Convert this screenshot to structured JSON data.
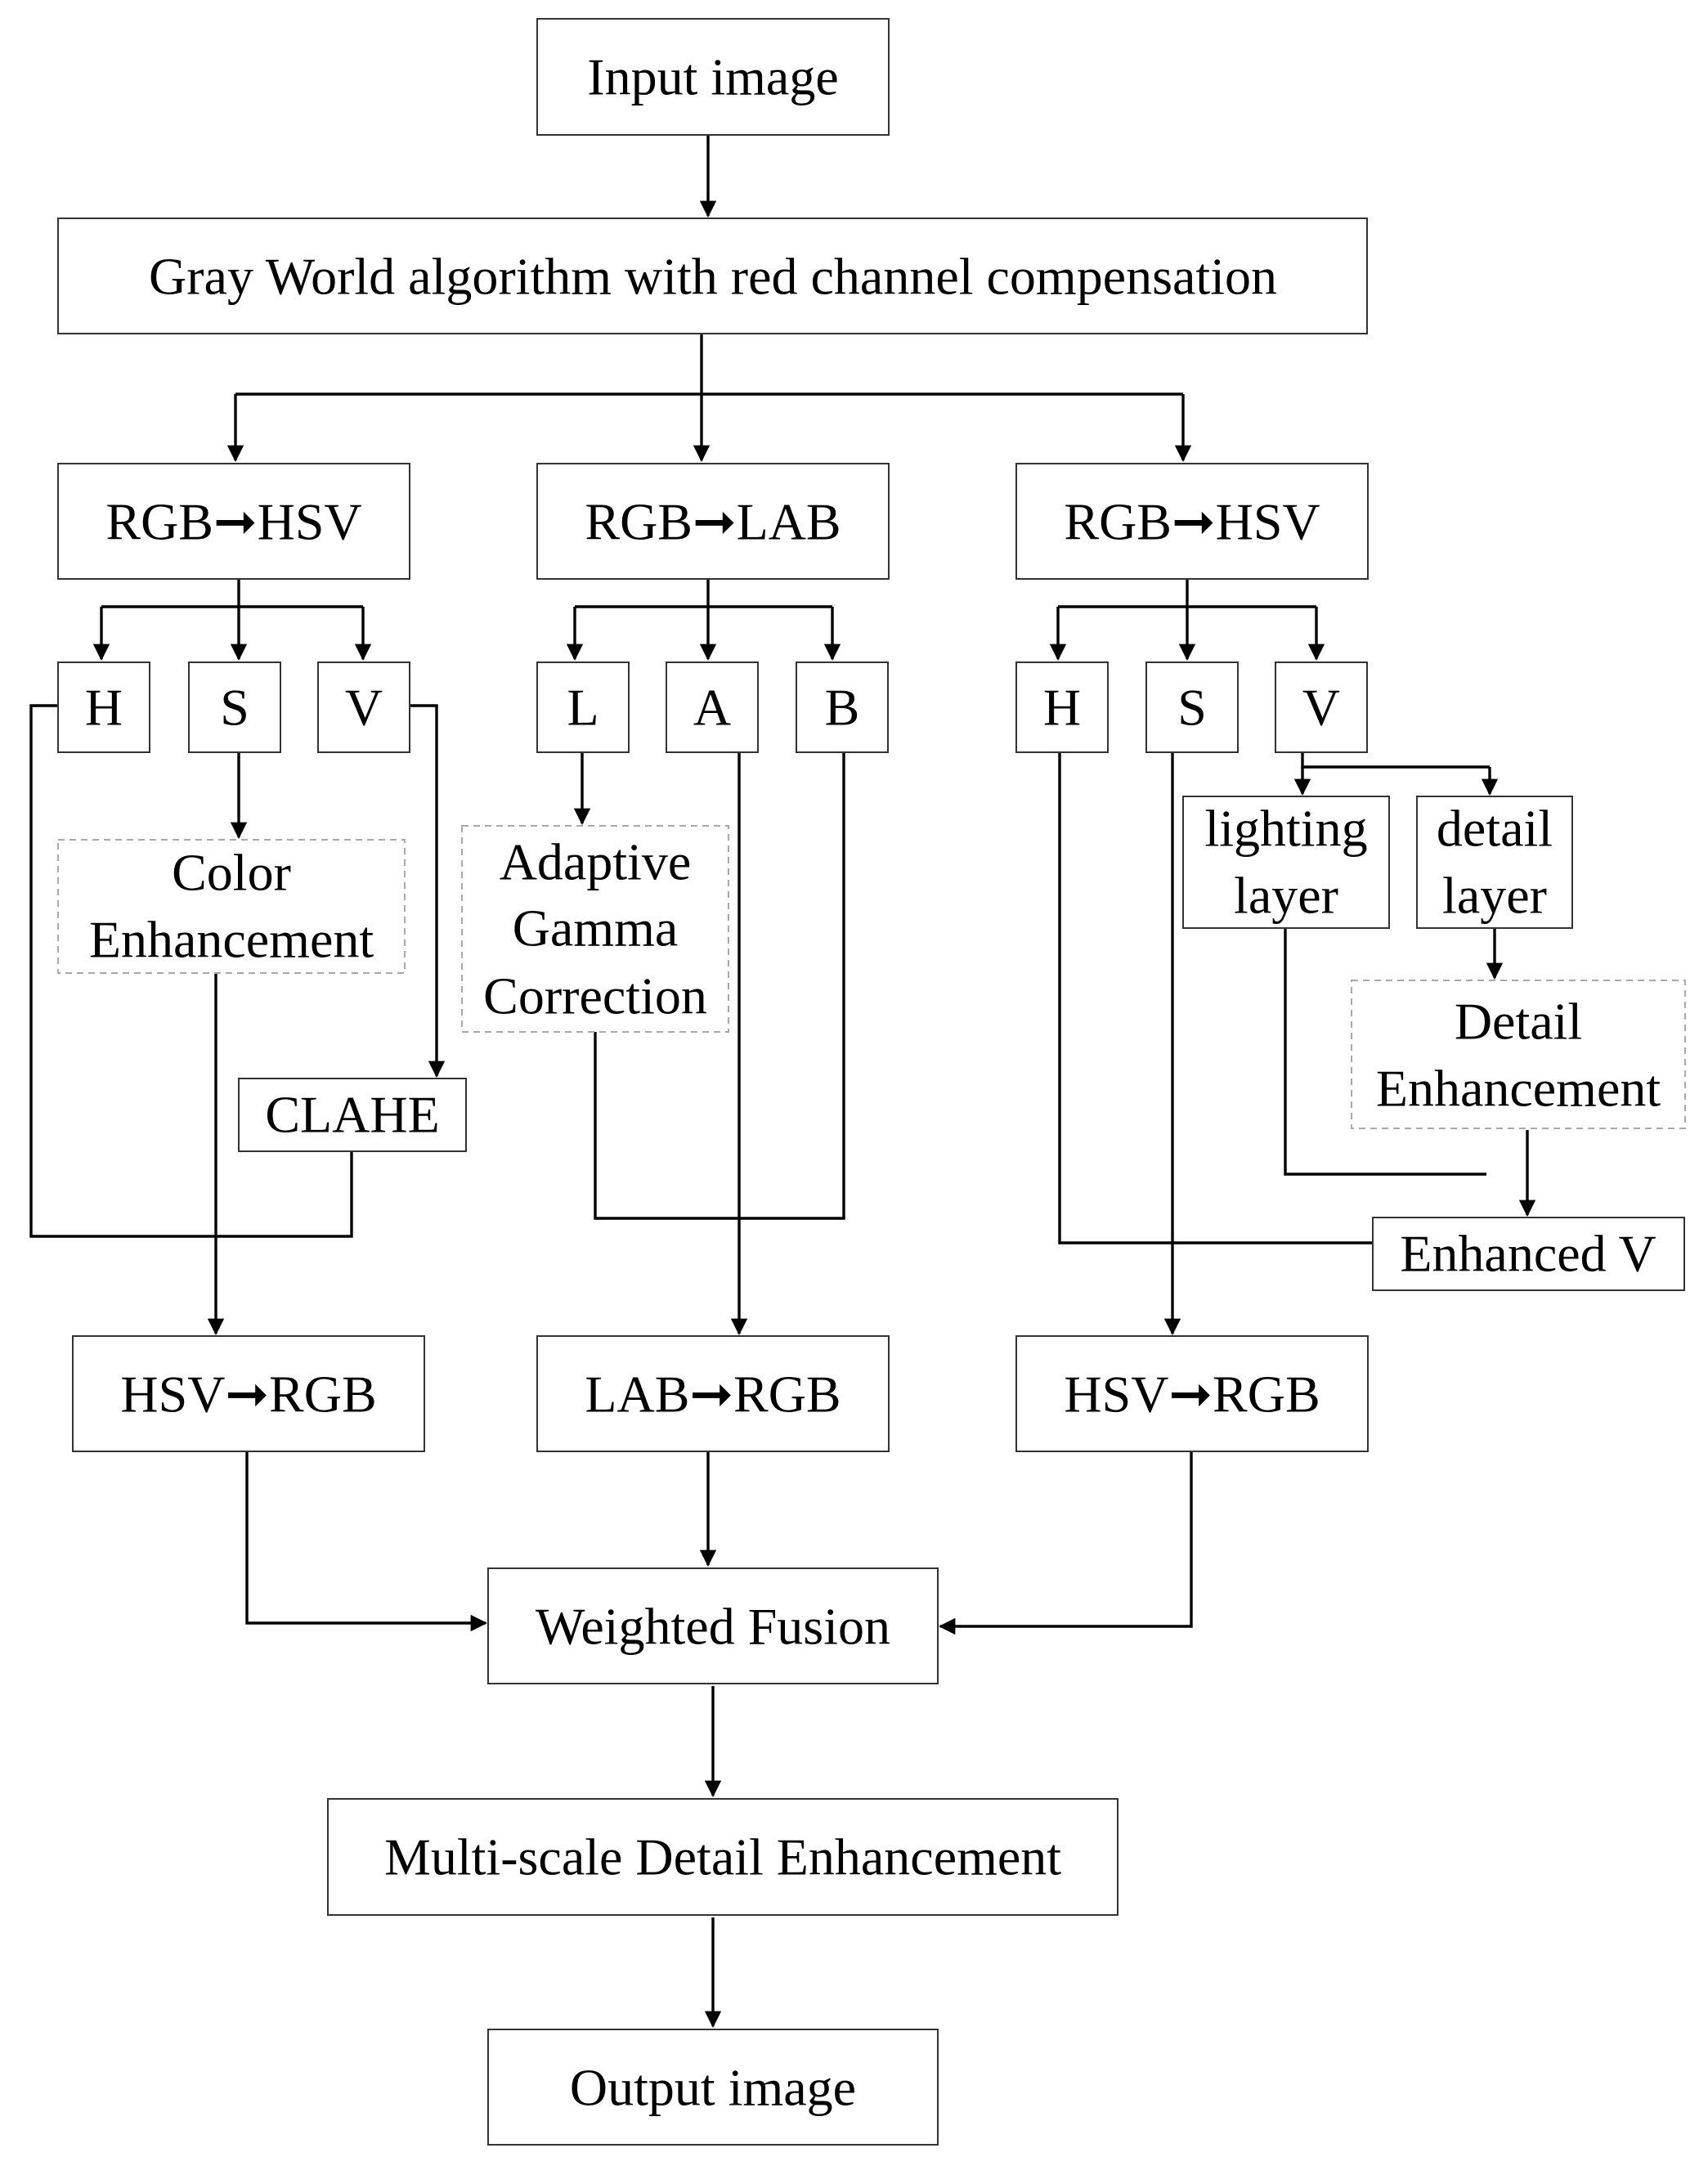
{
  "nodes": {
    "input": "Input image",
    "grayworld": "Gray World algorithm with red channel compensation",
    "rgb_hsv_left": "RGB➞HSV",
    "rgb_lab": "RGB➞LAB",
    "rgb_hsv_right": "RGB➞HSV",
    "h_left": "H",
    "s_left": "S",
    "v_left": "V",
    "l_chan": "L",
    "a_chan": "A",
    "b_chan": "B",
    "h_right": "H",
    "s_right": "S",
    "v_right": "V",
    "color_enh_1": "Color",
    "color_enh_2": "Enhancement",
    "gamma_1": "Adaptive",
    "gamma_2": "Gamma",
    "gamma_3": "Correction",
    "lighting_1": "lighting",
    "lighting_2": "layer",
    "detail_layer_1": "detail",
    "detail_layer_2": "layer",
    "detail_enh_1": "Detail",
    "detail_enh_2": "Enhancement",
    "clahe": "CLAHE",
    "enhanced_v": "Enhanced V",
    "hsv_rgb_left": "HSV➞RGB",
    "lab_rgb": "LAB➞RGB",
    "hsv_rgb_right": "HSV➞RGB",
    "fusion": "Weighted Fusion",
    "multiscale": "Multi-scale Detail Enhancement",
    "output": "Output image"
  }
}
